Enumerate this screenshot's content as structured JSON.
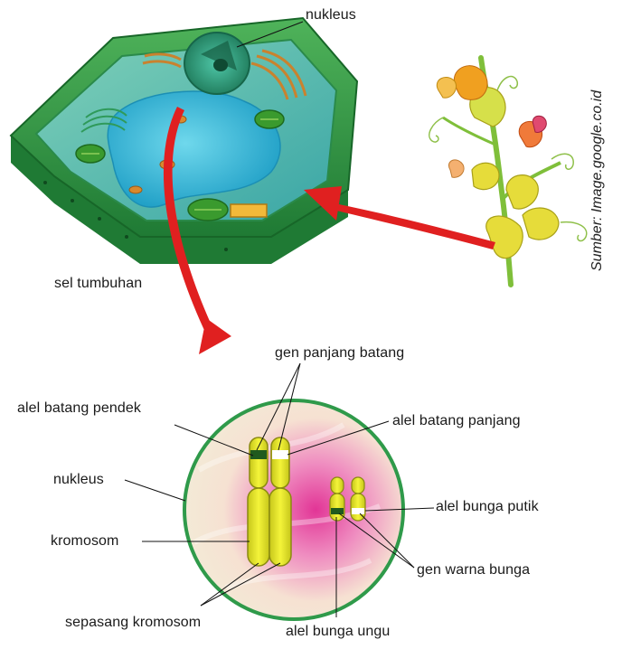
{
  "labels": {
    "cell_nucleus": "nukleus",
    "plant_cell": "sel tumbuhan",
    "gene_stem_length": "gen panjang batang",
    "allele_short_stem": "alel batang pendek",
    "allele_long_stem": "alel batang panjang",
    "nucleus": "nukleus",
    "allele_white_flower": "alel bunga putik",
    "chromosome": "kromosom",
    "gene_flower_color": "gen warna bunga",
    "chromosome_pair": "sepasang kromosom",
    "allele_purple_flower": "alel bunga ungu"
  },
  "source": "Sumber: Image.google.co.id",
  "colors": {
    "cell_wall": "#2e8b3e",
    "cytoplasm": "#5cc6c6",
    "vacuole": "#2fb3d6",
    "arrow": "#e02020",
    "chromosome": "#e8e82a",
    "nucleus_glow": "#e0308a"
  }
}
